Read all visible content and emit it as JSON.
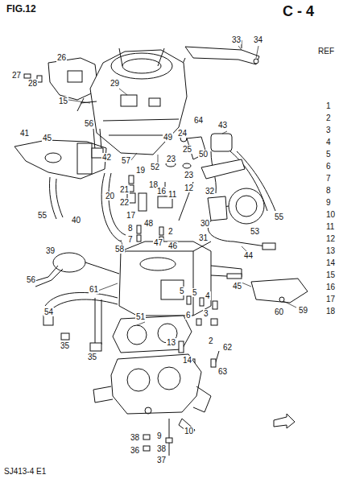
{
  "diagram": {
    "title": "FIG.12",
    "labels": [
      "C - 4",
      "REF",
      "33",
      "34",
      "27",
      "28",
      "26",
      "15",
      "29",
      "56",
      "45",
      "41",
      "42",
      "57",
      "52",
      "23",
      "24",
      "49",
      "64",
      "43",
      "25",
      "50",
      "19",
      "18",
      "20",
      "21",
      "22",
      "17",
      "16",
      "11",
      "23",
      "12",
      "32",
      "55",
      "55",
      "40",
      "8",
      "48",
      "7",
      "47",
      "2",
      "46",
      "58",
      "30",
      "31",
      "53",
      "39",
      "44",
      "56",
      "61",
      "5",
      "5",
      "4",
      "45",
      "59",
      "60",
      "51",
      "6",
      "3",
      "54",
      "35",
      "35",
      "13",
      "14",
      "2",
      "62",
      "63",
      "38",
      "36",
      "9",
      "38",
      "37",
      "10",
      "1",
      "2",
      "3",
      "4",
      "5",
      "6",
      "7",
      "8",
      "9",
      "10",
      "11",
      "12",
      "13",
      "14",
      "15",
      "16",
      "17",
      "18",
      "SJ413-4 E1"
    ]
  }
}
